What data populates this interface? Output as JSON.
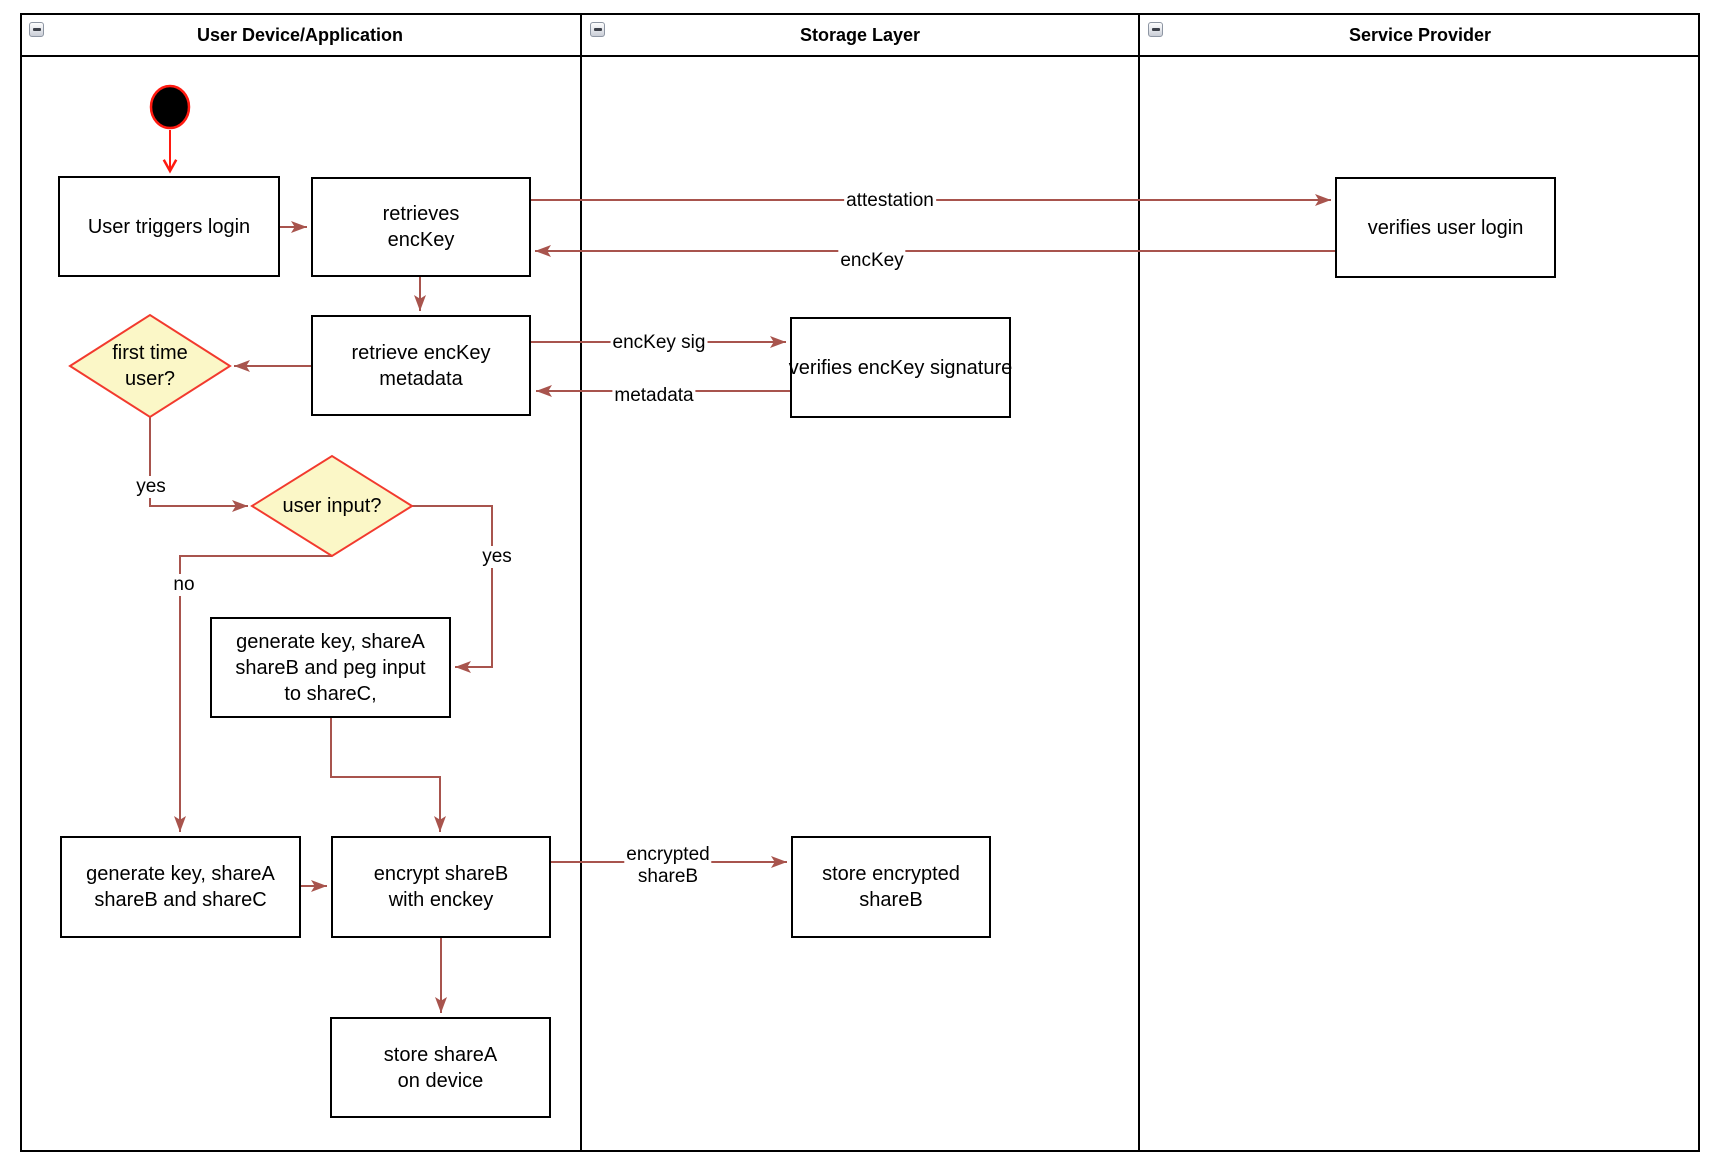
{
  "lanes": [
    {
      "title": "User Device/Application"
    },
    {
      "title": "Storage Layer"
    },
    {
      "title": "Service Provider"
    }
  ],
  "icons": {
    "collapse": "minus-icon"
  },
  "nodes": {
    "user_triggers_login": "User triggers login",
    "retrieves_enckey": "retrieves\nencKey",
    "retrieve_enckey_metadata": "retrieve encKey\nmetadata",
    "first_time_user": "first time\nuser?",
    "user_input": "user input?",
    "generate_key_peg_input": "generate key, shareA\nshareB and peg input\nto shareC,",
    "generate_key_sharec": "generate key, shareA\nshareB and shareC",
    "encrypt_shareb": "encrypt shareB\nwith enckey",
    "store_sharea": "store shareA\non device",
    "verifies_enckey_signature": "verifies encKey signature",
    "store_encrypted_shareb": "store encrypted\nshareB",
    "verifies_user_login": "verifies user login"
  },
  "edge_labels": {
    "attestation": "attestation",
    "enckey": "encKey",
    "enckey_sig": "encKey sig",
    "metadata": "metadata",
    "first_time_yes": "yes",
    "user_input_yes": "yes",
    "user_input_no": "no",
    "encrypted_shareb": "encrypted\nshareB"
  },
  "theme": {
    "arrow_color": "#A8544D",
    "start_color": "#FF1A10",
    "decision_fill": "#FBF7C7",
    "decision_stroke": "#F23A2E",
    "node_border": "#000000",
    "lane_border": "#000000",
    "label_bg": "#FFFFFF"
  }
}
